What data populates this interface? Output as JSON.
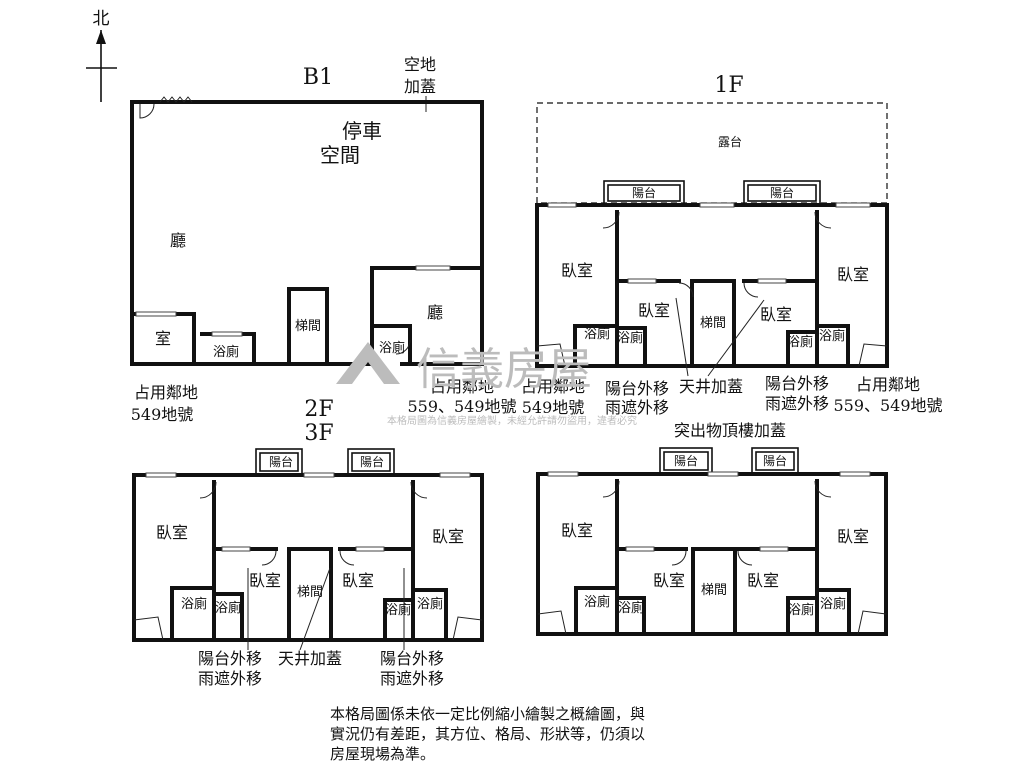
{
  "compass": {
    "north": "北"
  },
  "b1": {
    "title": "B1",
    "open_space_1": "空地",
    "open_space_2": "加蓋",
    "parking_1": "停車",
    "parking_2": "空間",
    "hall": "廳",
    "room": "室",
    "bath": "浴廁",
    "stairs": "梯間",
    "hall2": "廳",
    "bath2": "浴廁",
    "ann_left_1": "占用鄰地",
    "ann_left_2": "549地號",
    "ann_right_1": "占用鄰地",
    "ann_right_2": "559、549地號"
  },
  "f1": {
    "title": "1F",
    "terrace": "露台",
    "balcony_l": "陽台",
    "balcony_r": "陽台",
    "bed_l": "臥室",
    "bed_r": "臥室",
    "bed_ml": "臥室",
    "bed_mr": "臥室",
    "stairs": "梯間",
    "bath_l": "浴廁",
    "bath_ml": "浴廁",
    "bath_mr": "浴廁",
    "bath_r": "浴廁",
    "ann_1a": "占用鄰地",
    "ann_1b": "549地號",
    "ann_2a": "陽台外移",
    "ann_2b": "雨遮外移",
    "ann_3": "天井加蓋",
    "ann_4a": "陽台外移",
    "ann_4b": "雨遮外移",
    "ann_5a": "占用鄰地",
    "ann_5b": "559、549地號"
  },
  "f23": {
    "title_1": "2F",
    "title_2": "3F",
    "balcony_l": "陽台",
    "balcony_r": "陽台",
    "bed_l": "臥室",
    "bed_r": "臥室",
    "bed_ml": "臥室",
    "bed_mr": "臥室",
    "stairs": "梯間",
    "bath_l": "浴廁",
    "bath_ml": "浴廁",
    "bath_mr": "浴廁",
    "bath_r": "浴廁",
    "ann_1a": "陽台外移",
    "ann_1b": "雨遮外移",
    "ann_2": "天井加蓋",
    "ann_3a": "陽台外移",
    "ann_3b": "雨遮外移"
  },
  "roof": {
    "title": "突出物頂樓加蓋",
    "balcony_l": "陽台",
    "balcony_r": "陽台",
    "bed_l": "臥室",
    "bed_r": "臥室",
    "bed_ml": "臥室",
    "bed_mr": "臥室",
    "stairs": "梯間",
    "bath_l": "浴廁",
    "bath_ml": "浴廁",
    "bath_mr": "浴廁",
    "bath_r": "浴廁"
  },
  "watermark": {
    "brand": "信義房屋",
    "notice": "本格局圖為信義房屋繪製，未經允許請勿盜用，違者必究"
  },
  "note": {
    "line1": "本格局圖係未依一定比例縮小繪製之概繪圖，與",
    "line2": "實況仍有差距，其方位、格局、形狀等，仍須以",
    "line3": "房屋現場為準。"
  },
  "colors": {
    "wall": "#111111",
    "watermark": "#bcbcbc"
  }
}
